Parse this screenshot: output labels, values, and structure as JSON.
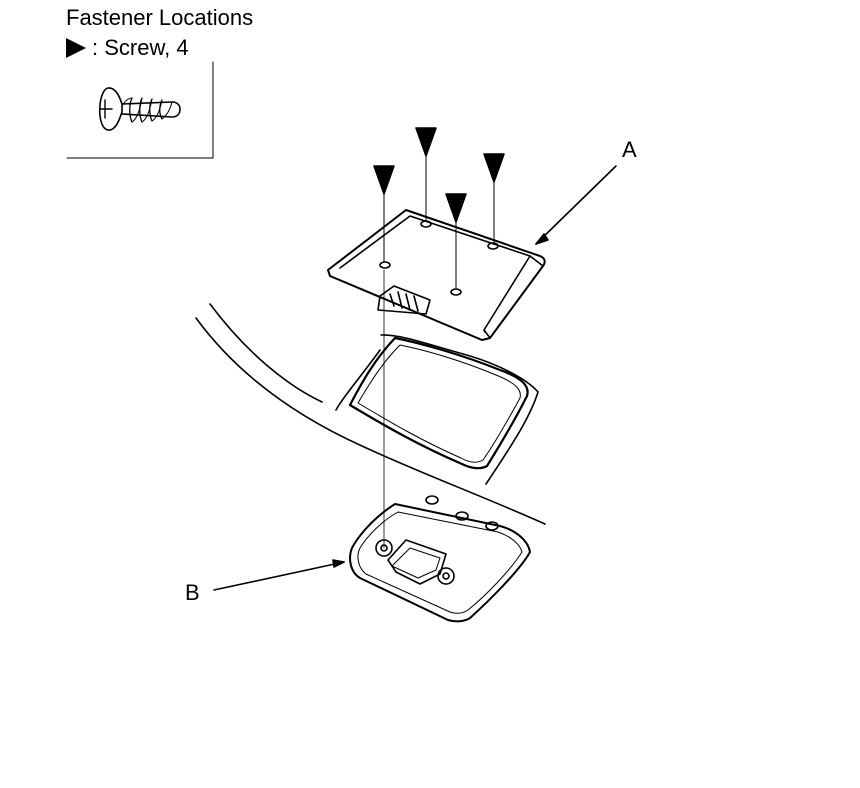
{
  "header": {
    "title": "Fastener Locations",
    "legend_label": ": Screw, 4"
  },
  "callouts": {
    "a": "A",
    "b": "B"
  }
}
